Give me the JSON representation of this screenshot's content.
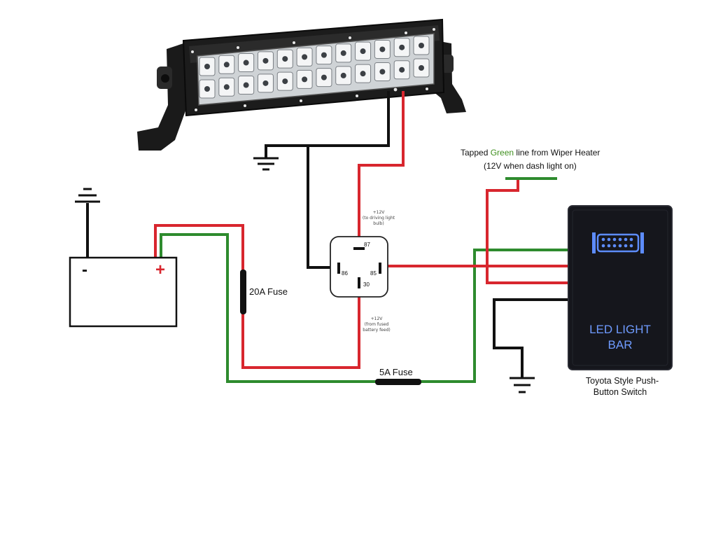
{
  "labels": {
    "tapped_prefix": "Tapped ",
    "tapped_green": "Green",
    "tapped_suffix": " line from Wiper Heater",
    "tapped_line2": "(12V when dash light on)",
    "fuse_20a": "20A Fuse",
    "fuse_5a": "5A Fuse",
    "switch_caption_1": "Toyota Style Push-",
    "switch_caption_2": "Button Switch",
    "switch_face_1": "LED LIGHT",
    "switch_face_2": "BAR",
    "battery_minus": "-",
    "battery_plus": "+",
    "relay_87": "87",
    "relay_86": "86",
    "relay_85": "85",
    "relay_30": "30",
    "relay_87_note_1": "+12V",
    "relay_87_note_2": "(to driving light",
    "relay_87_note_3": "bulb)",
    "relay_30_note_1": "+12V",
    "relay_30_note_2": "(from fused",
    "relay_30_note_3": "battery feed)"
  },
  "colors": {
    "wire_red": "#d8262e",
    "wire_green": "#2e8b2e",
    "wire_black": "#111111",
    "switch_body": "#15161c",
    "switch_glow": "#5d8cff",
    "tapped_green_text": "#3f8f1e"
  }
}
